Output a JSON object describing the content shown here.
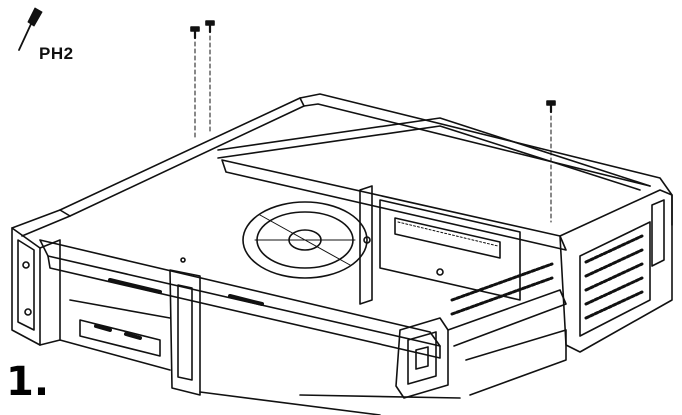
{
  "tool": {
    "label": "PH2",
    "icon": "screwdriver-icon"
  },
  "step": {
    "number": "1."
  },
  "diagram": {
    "subject": "chassis-icon",
    "screws": 3,
    "line_color": "#111111",
    "background": "#ffffff"
  }
}
